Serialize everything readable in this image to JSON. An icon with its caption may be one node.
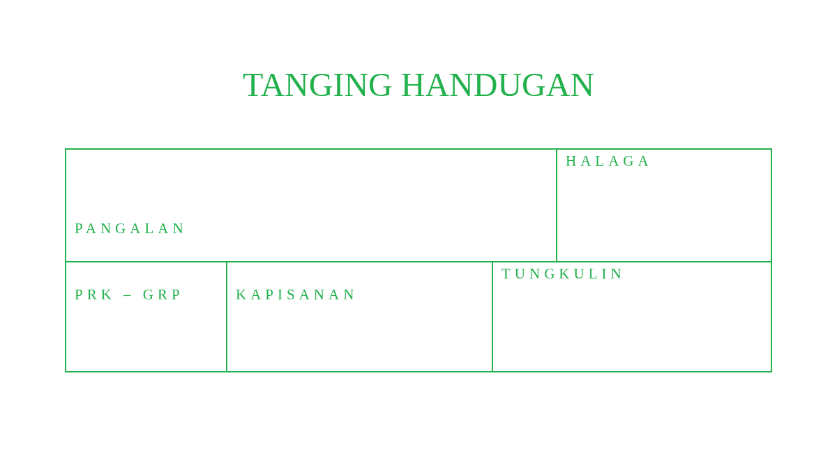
{
  "diagram": {
    "title": "TANGING HANDUGAN",
    "nodes": [
      {
        "text": [
          "PANGALAN"
        ]
      },
      {
        "text": [
          "HALAGA"
        ]
      },
      {
        "text": [
          "PRK – GRP"
        ]
      },
      {
        "text": [
          "KAPISANAN"
        ]
      },
      {
        "text": [
          "TUNGKULIN"
        ]
      }
    ]
  }
}
